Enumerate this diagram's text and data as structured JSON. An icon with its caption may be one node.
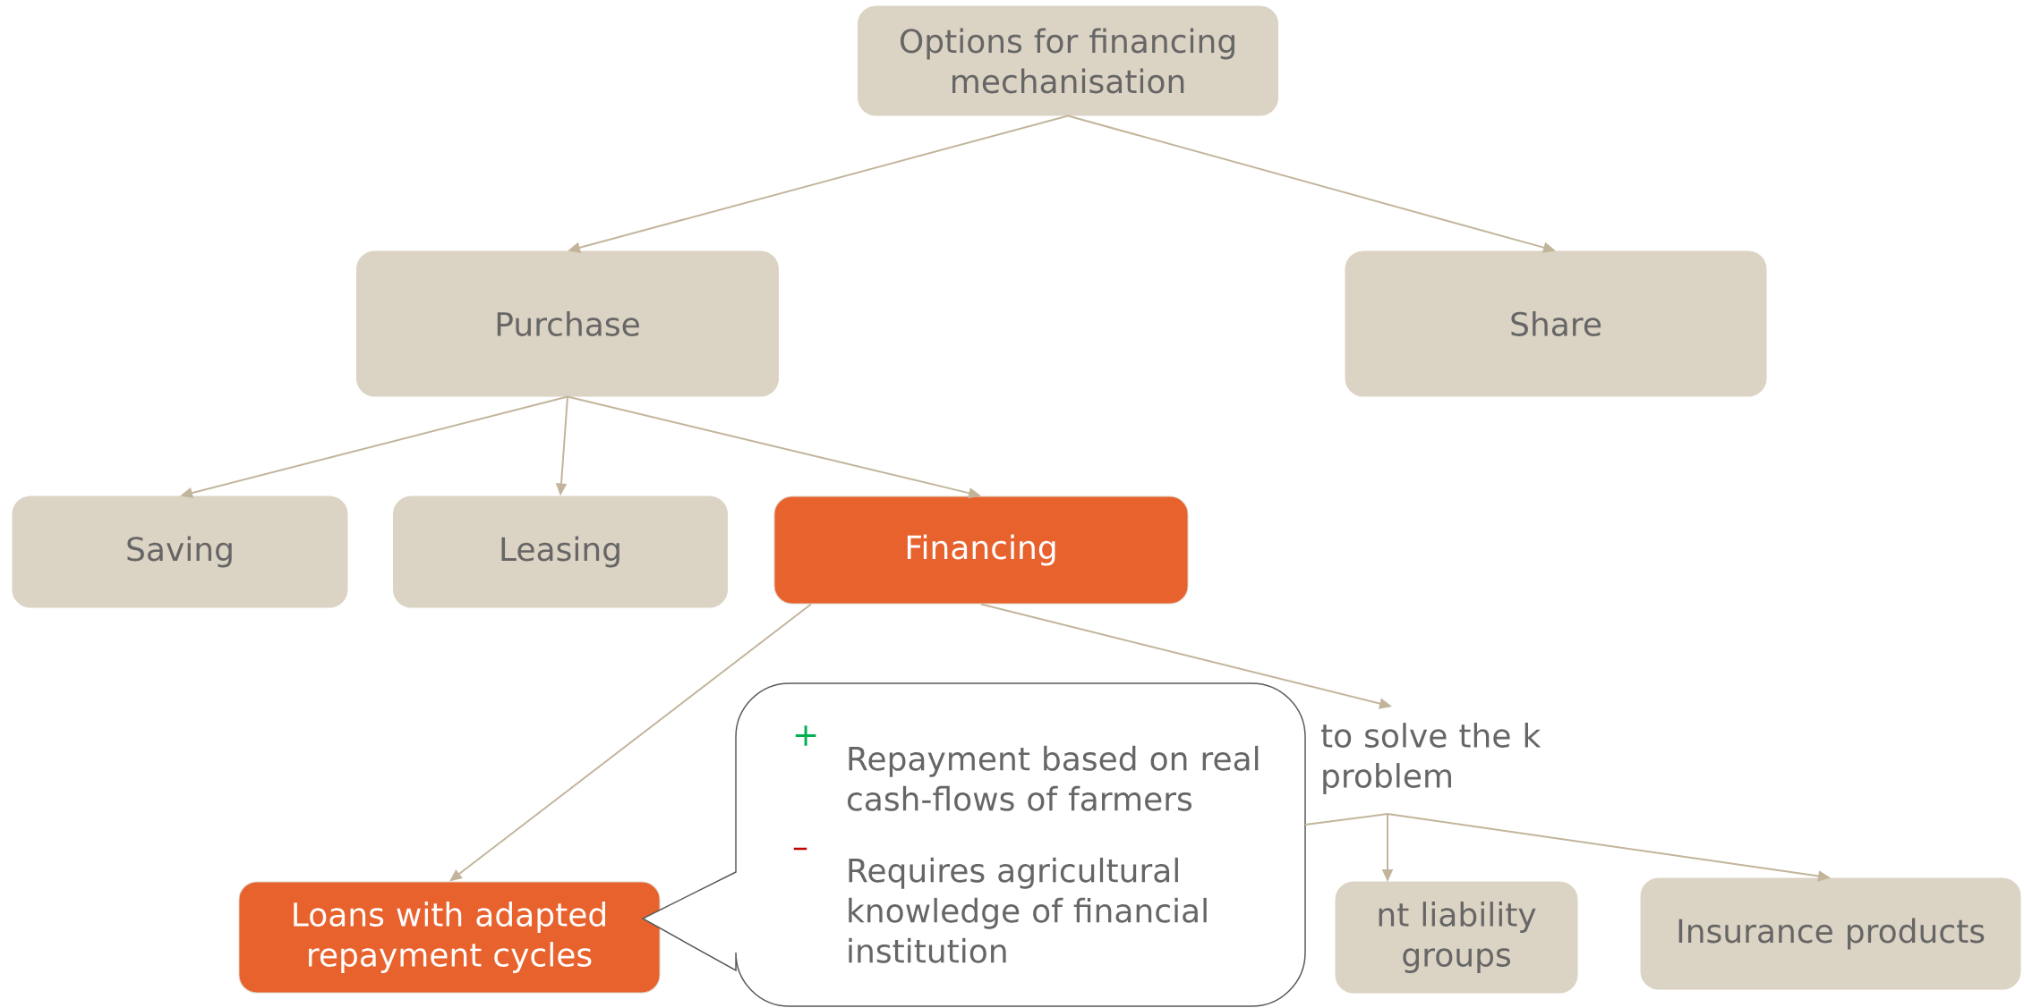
{
  "diagram": {
    "nodes": [
      {
        "text": [
          "Options for financing mechanisation"
        ]
      },
      {
        "text": [
          "Purchase"
        ]
      },
      {
        "text": [
          "Share"
        ]
      },
      {
        "text": [
          "Saving"
        ]
      },
      {
        "text": [
          "Leasing"
        ]
      },
      {
        "text": [
          "Financing"
        ]
      },
      {
        "text": [
          "Loans with adapted repayment cycles"
        ]
      },
      {
        "text": [
          "to solve the k problem"
        ]
      },
      {
        "text": [
          "nt liability groups"
        ]
      },
      {
        "text": [
          "Insurance products"
        ]
      },
      {
        "text": [
          "+",
          "Repayment based on real cash-flows of farmers",
          "–",
          "Requires agricultural knowledge of financial institution"
        ]
      }
    ],
    "edges": [
      {
        "from": 0,
        "to": 1,
        "arrow": "to"
      },
      {
        "from": 0,
        "to": 2,
        "arrow": "to"
      },
      {
        "from": 1,
        "to": 3,
        "arrow": "to"
      },
      {
        "from": 1,
        "to": 4,
        "arrow": "to"
      },
      {
        "from": 1,
        "to": 5,
        "arrow": "to"
      },
      {
        "from": 5,
        "to": 6,
        "arrow": "to"
      },
      {
        "from": 5,
        "to": 7,
        "arrow": "to"
      },
      {
        "from": 7,
        "to": 10,
        "arrow": "none"
      },
      {
        "from": 7,
        "to": 8,
        "arrow": "to"
      },
      {
        "from": 7,
        "to": 9,
        "arrow": "to"
      }
    ]
  }
}
